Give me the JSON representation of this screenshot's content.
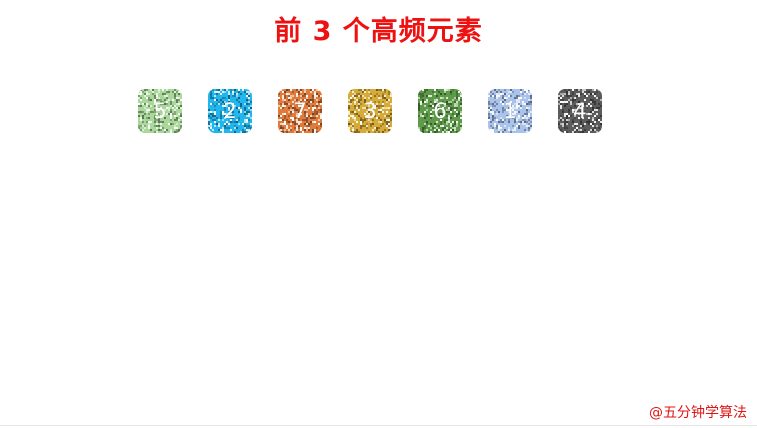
{
  "title": "前 3 个高频元素",
  "elements": [
    {
      "value": "5",
      "color": "#a9d89a"
    },
    {
      "value": "2",
      "color": "#22b6ee"
    },
    {
      "value": "7",
      "color": "#e07b3c"
    },
    {
      "value": "3",
      "color": "#d6ab38"
    },
    {
      "value": "6",
      "color": "#5e9b48"
    },
    {
      "value": "1",
      "color": "#a9c3ec"
    },
    {
      "value": "4",
      "color": "#5c5c5c"
    }
  ],
  "watermark": "@五分钟学算法",
  "colors": {
    "title": "#ee1111",
    "watermark": "#e01515"
  }
}
